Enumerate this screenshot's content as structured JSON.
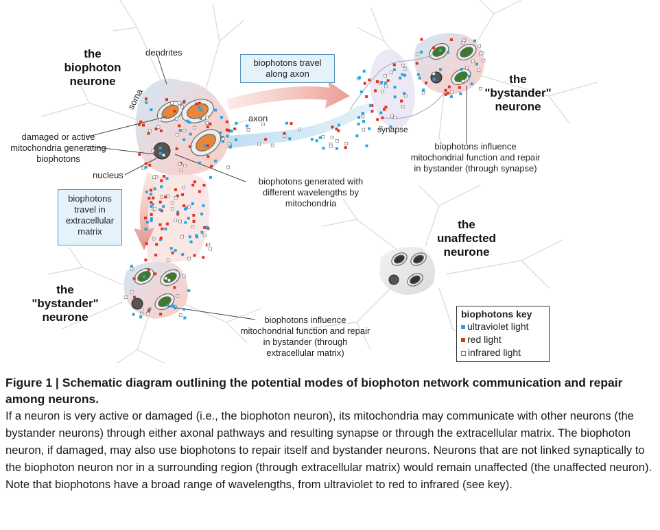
{
  "labels": {
    "biophoton_title": [
      "the",
      "biophoton",
      "neurone"
    ],
    "bystander_top_title": [
      "the",
      "\"bystander\"",
      "neurone"
    ],
    "bystander_bottom_title": [
      "the",
      "\"bystander\"",
      "neurone"
    ],
    "unaffected_title": [
      "the",
      "unaffected",
      "neurone"
    ],
    "dendrites": "dendrites",
    "soma": "soma",
    "axon": "axon",
    "synapse": "synapse",
    "nucleus": "nucleus",
    "damaged_mito": [
      "damaged or active",
      "mitochondria generating",
      "biophotons"
    ],
    "generated": [
      "biophotons generated with",
      "different wavelengths by",
      "mitochondria"
    ],
    "influence_synapse": [
      "biophotons influence",
      "mitochondrial function and repair",
      "in bystander (through synapse)"
    ],
    "influence_matrix": [
      "biophotons influence",
      "mitochondrial function and repair",
      "in bystander (through",
      "extracellular matrix)"
    ]
  },
  "boxes": {
    "travel_axon": [
      "biophotons travel",
      "along axon"
    ],
    "travel_matrix": [
      "biophotons",
      "travel in",
      "extracellular",
      "matrix"
    ]
  },
  "key": {
    "title": "biophotons key",
    "items": [
      {
        "label": "ultraviolet light",
        "color": "#29a3e0"
      },
      {
        "label": "red light",
        "color": "#e0301e"
      },
      {
        "label": "infrared light",
        "color": "#ffffff"
      }
    ]
  },
  "caption": {
    "title": "Figure 1  |  Schematic diagram outlining the potential modes of biophoton network communication and repair among neurons.",
    "body": "If a neuron is very active or damaged (i.e., the biophoton neuron), its mitochondria may communicate with other neurons (the bystander neurons) through either axonal pathways and resulting synapse or through the extracellular matrix. The biophoton neuron, if damaged, may also use biophotons to repair itself and bystander neurons. Neurons that are not linked synaptically to the biophoton neuron nor in a surrounding region (through extracellular matrix) would remain unaffected (the unaffected neuron). Note that biophotons have a broad range of wavelengths, from ultraviolet to red to infrared (see key)."
  },
  "colors": {
    "ultraviolet": "#29a3e0",
    "red": "#e0301e",
    "infrared": "#ffffff",
    "mito_orange": "#e8863a",
    "mito_green": "#3d7a2a",
    "cell_blue": "#c9e4f4",
    "cell_pink": "#f4c9c4",
    "box_fill": "#e3f2fb"
  }
}
